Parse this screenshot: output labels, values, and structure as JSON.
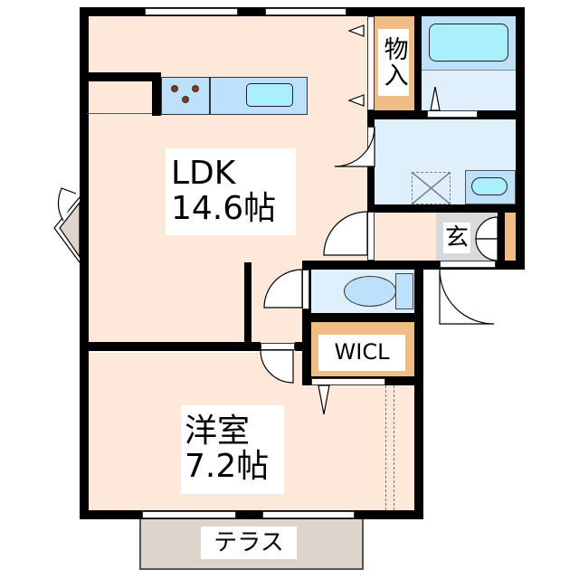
{
  "floorplan": {
    "rooms": {
      "ldk": {
        "name": "LDK",
        "size": "14.6帖"
      },
      "western": {
        "name": "洋室",
        "size": "7.2帖"
      },
      "storage": {
        "name": "物入"
      },
      "wicl": {
        "name": "WICL"
      },
      "entrance": {
        "name": "玄"
      },
      "terrace": {
        "name": "テラス"
      }
    },
    "colors": {
      "wall": "#000000",
      "living_floor": "#fde8da",
      "wet_area_floor": "#dff0fc",
      "storage_floor": "#f0bd86",
      "entrance_floor": "#d9d9d9",
      "terrace_floor": "#ddd4cc",
      "fixture_blue": "#bde0fb",
      "water_blue": "#aaf0fc",
      "stove_burner": "#8b3a0a"
    }
  }
}
